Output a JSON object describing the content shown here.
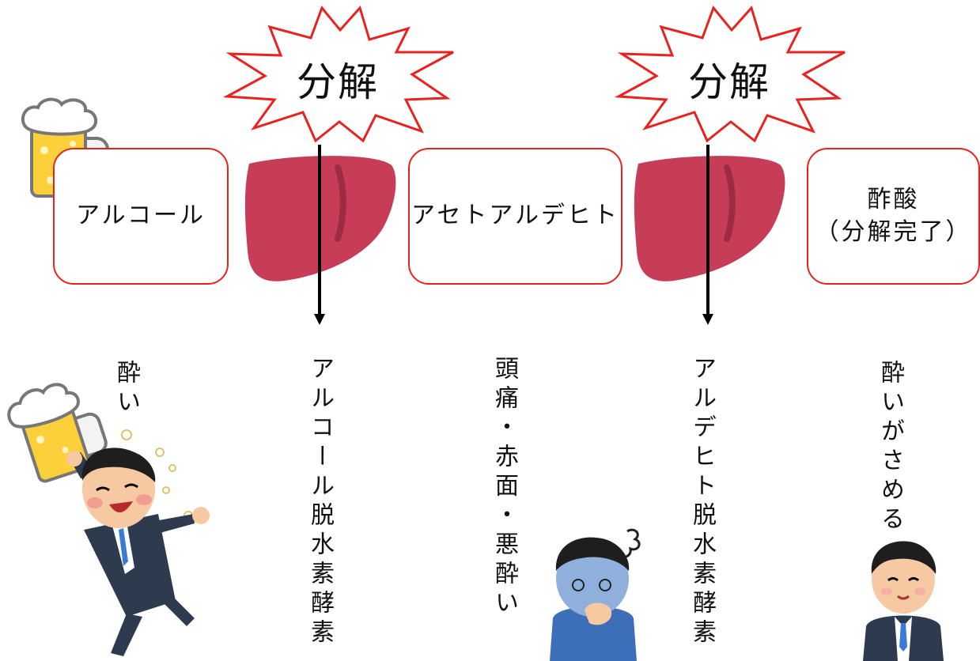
{
  "colors": {
    "box_border": "#e8231f",
    "burst_stroke": "#e8231f",
    "liver_fill": "#c73c57",
    "arrow": "#000000",
    "beer": "#fbd03a",
    "suit": "#2e3b4e"
  },
  "icons": [
    "beer-mug-icon",
    "liver-icon",
    "burst-icon",
    "drunk-man-icon",
    "sick-man-icon",
    "sober-man-icon"
  ],
  "stages": [
    {
      "label": "アルコール"
    },
    {
      "label": "アセトアルデヒト"
    },
    {
      "label_line1": "酢酸",
      "label_line2": "（分解完了）"
    }
  ],
  "bursts": [
    {
      "label": "分解"
    },
    {
      "label": "分解"
    }
  ],
  "effects": [
    {
      "text": "酔い"
    },
    {
      "text": "頭痛・赤面・悪酔い"
    },
    {
      "text": "酔いがさめる"
    }
  ],
  "enzymes": [
    {
      "text": "アルコール脱水素酵素"
    },
    {
      "text": "アルデヒト脱水素酵素"
    }
  ]
}
